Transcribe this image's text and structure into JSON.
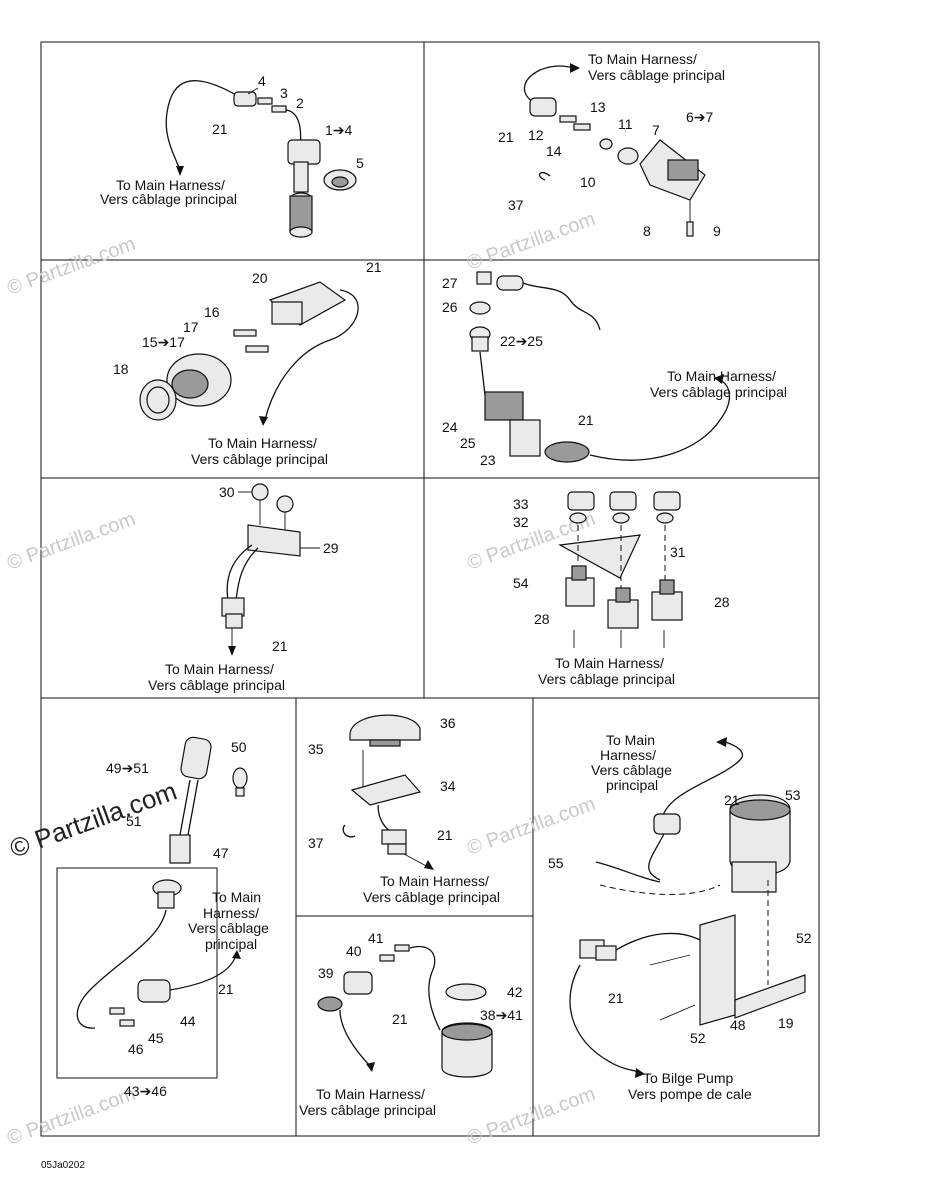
{
  "diagram": {
    "drawing_code": "05Ja0202",
    "watermark": "© Partzilla.com",
    "harness_label": {
      "line1": "To Main Harness/",
      "line2": "Vers câblage principal"
    },
    "harness_label_wrapped": {
      "line1": "To Main",
      "line2": "Harness/",
      "line3": "Vers câblage",
      "line4": "principal"
    },
    "bilge_label": {
      "line1": "To Bilge Pump",
      "line2": "Vers pompe de cale"
    },
    "callouts": {
      "p1": [
        "4",
        "3",
        "2",
        "1➔4",
        "5",
        "21"
      ],
      "p2": [
        "13",
        "11",
        "7",
        "6➔7",
        "12",
        "14",
        "21",
        "10",
        "37",
        "8",
        "9"
      ],
      "p3": [
        "20",
        "21",
        "16",
        "17",
        "15➔17",
        "18"
      ],
      "p4": [
        "27",
        "26",
        "22➔25",
        "24",
        "25",
        "23",
        "21"
      ],
      "p5": [
        "30",
        "29",
        "21"
      ],
      "p6": [
        "33",
        "32",
        "31",
        "54",
        "28",
        "28"
      ],
      "p7": [
        "50",
        "49➔51",
        "51",
        "47",
        "21",
        "44",
        "45",
        "46",
        "43➔46"
      ],
      "p8": [
        "36",
        "35",
        "34",
        "37",
        "21"
      ],
      "p9": [
        "41",
        "40",
        "39",
        "42",
        "38➔41",
        "21"
      ],
      "p10": [
        "53",
        "21",
        "55",
        "52",
        "52",
        "48",
        "19",
        "21"
      ]
    }
  }
}
